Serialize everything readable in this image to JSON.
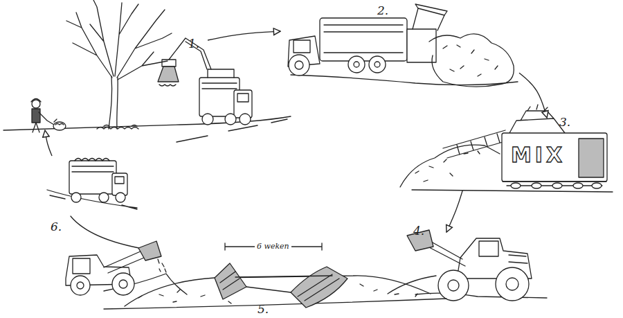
{
  "diagram": {
    "nodes": [
      {
        "text": [
          "1."
        ]
      },
      {
        "text": [
          "2."
        ]
      },
      {
        "text": [
          "3."
        ]
      },
      {
        "text": [
          "4."
        ]
      },
      {
        "text": [
          "5."
        ]
      },
      {
        "text": [
          "6."
        ]
      }
    ],
    "edges": [
      {
        "from": 0,
        "to": 1,
        "arrow": "to"
      },
      {
        "from": 1,
        "to": 2,
        "arrow": "to"
      },
      {
        "from": 2,
        "to": 3,
        "arrow": "to"
      },
      {
        "from": 5,
        "to": 0,
        "arrow": "to"
      }
    ],
    "labels": [
      "MIX",
      "6 weken"
    ]
  }
}
